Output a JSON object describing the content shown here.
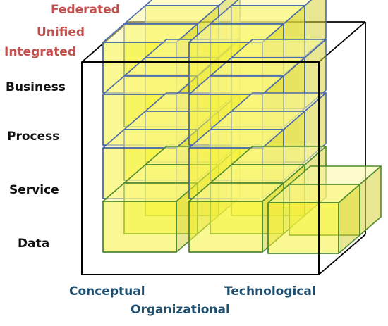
{
  "depth_labels": [
    "Federated",
    "Unified",
    "Integrated"
  ],
  "layer_labels": [
    "Business",
    "Process",
    "Service",
    "Data"
  ],
  "concern_labels": [
    "Conceptual",
    "Organizational",
    "Technological"
  ],
  "colors": {
    "face": "#f6f23a",
    "top": "#fbf8a0",
    "side": "#d7d43a",
    "edge_blue": "#4a6aa8",
    "edge_green": "#4f8a2e",
    "frame": "#000000",
    "depth_text": "#c0504d",
    "bottom_text": "#1f4e6e"
  }
}
